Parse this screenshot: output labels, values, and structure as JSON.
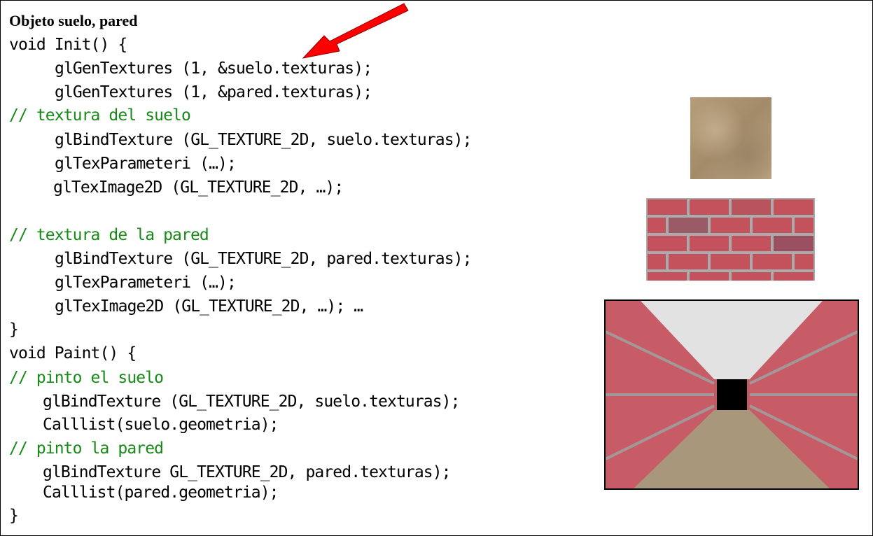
{
  "title": "Objeto suelo, pared",
  "code": [
    "void Init() {",
    "glGenTextures (1, &suelo.texturas);",
    "glGenTextures (1, &pared.texturas);",
    "// textura del suelo",
    "glBindTexture (GL_TEXTURE_2D, suelo.texturas);",
    "glTexParameteri (…);",
    "glTexImage2D (GL_TEXTURE_2D, …);",
    "// textura de la pared",
    "glBindTexture (GL_TEXTURE_2D, pared.texturas);",
    "glTexParameteri (…);",
    "glTexImage2D (GL_TEXTURE_2D, …); …",
    "}",
    "void Paint() {",
    "// pinto el suelo",
    "glBindTexture (GL_TEXTURE_2D, suelo.texturas);",
    "Calllist(suelo.geometria);",
    "// pinto la pared",
    "glBindTexture GL_TEXTURE_2D, pared.texturas);",
    "Calllist(pared.geometria);",
    "}"
  ],
  "colors": {
    "comment": "#178a17",
    "arrow": "#ff0000",
    "brick": "#c0505a",
    "mortar": "#a9a9a9"
  }
}
